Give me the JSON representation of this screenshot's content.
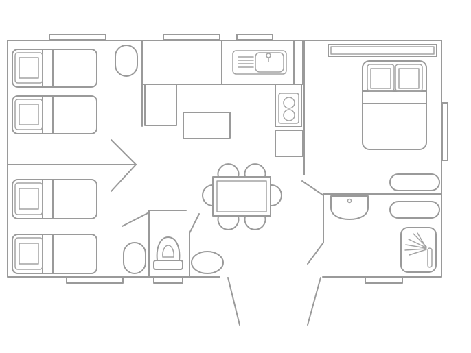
{
  "image": {
    "kind": "floor-plan",
    "labels_visible": false
  },
  "colors": {
    "background": "#ffffff",
    "line": "#9a9a9a",
    "line_light": "#a3a3a3"
  },
  "furniture": {
    "single_beds": 4,
    "double_beds": 1,
    "dining_chairs": 6,
    "sinks": 2,
    "toilets": 1,
    "showers": 1,
    "stove_burners": 2
  }
}
